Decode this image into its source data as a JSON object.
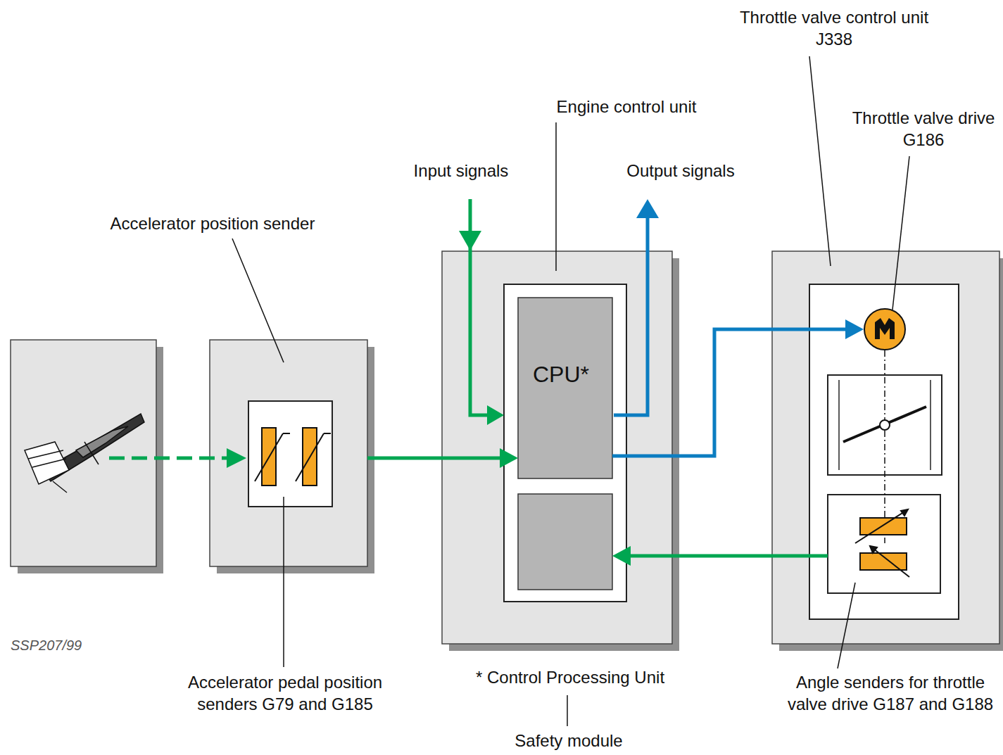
{
  "diagram": {
    "nodes": [
      {
        "text": [
          "Accelerator position sender",
          "Accelerator pedal position senders G79 and G185"
        ]
      },
      {
        "text": [
          "Engine control unit"
        ]
      },
      {
        "text": [
          "CPU*"
        ],
        "in": 1
      },
      {
        "text": [
          "Safety module"
        ],
        "in": 1
      },
      {
        "text": [
          "Throttle valve control unit J338"
        ]
      },
      {
        "text": [
          "Throttle valve drive G186"
        ],
        "in": 4
      },
      {
        "text": [
          "Angle senders for throttle valve drive G187 and G188"
        ],
        "in": 4
      }
    ],
    "edges": [
      {
        "from": 0,
        "to": 2,
        "arrow": "to"
      },
      {
        "from": 2,
        "to": 5,
        "arrow": "to"
      },
      {
        "from": 6,
        "to": 3,
        "arrow": "to"
      }
    ],
    "labels": [
      "Input signals",
      "Output signals",
      "* Control Processing Unit",
      "SSP207/99"
    ]
  }
}
